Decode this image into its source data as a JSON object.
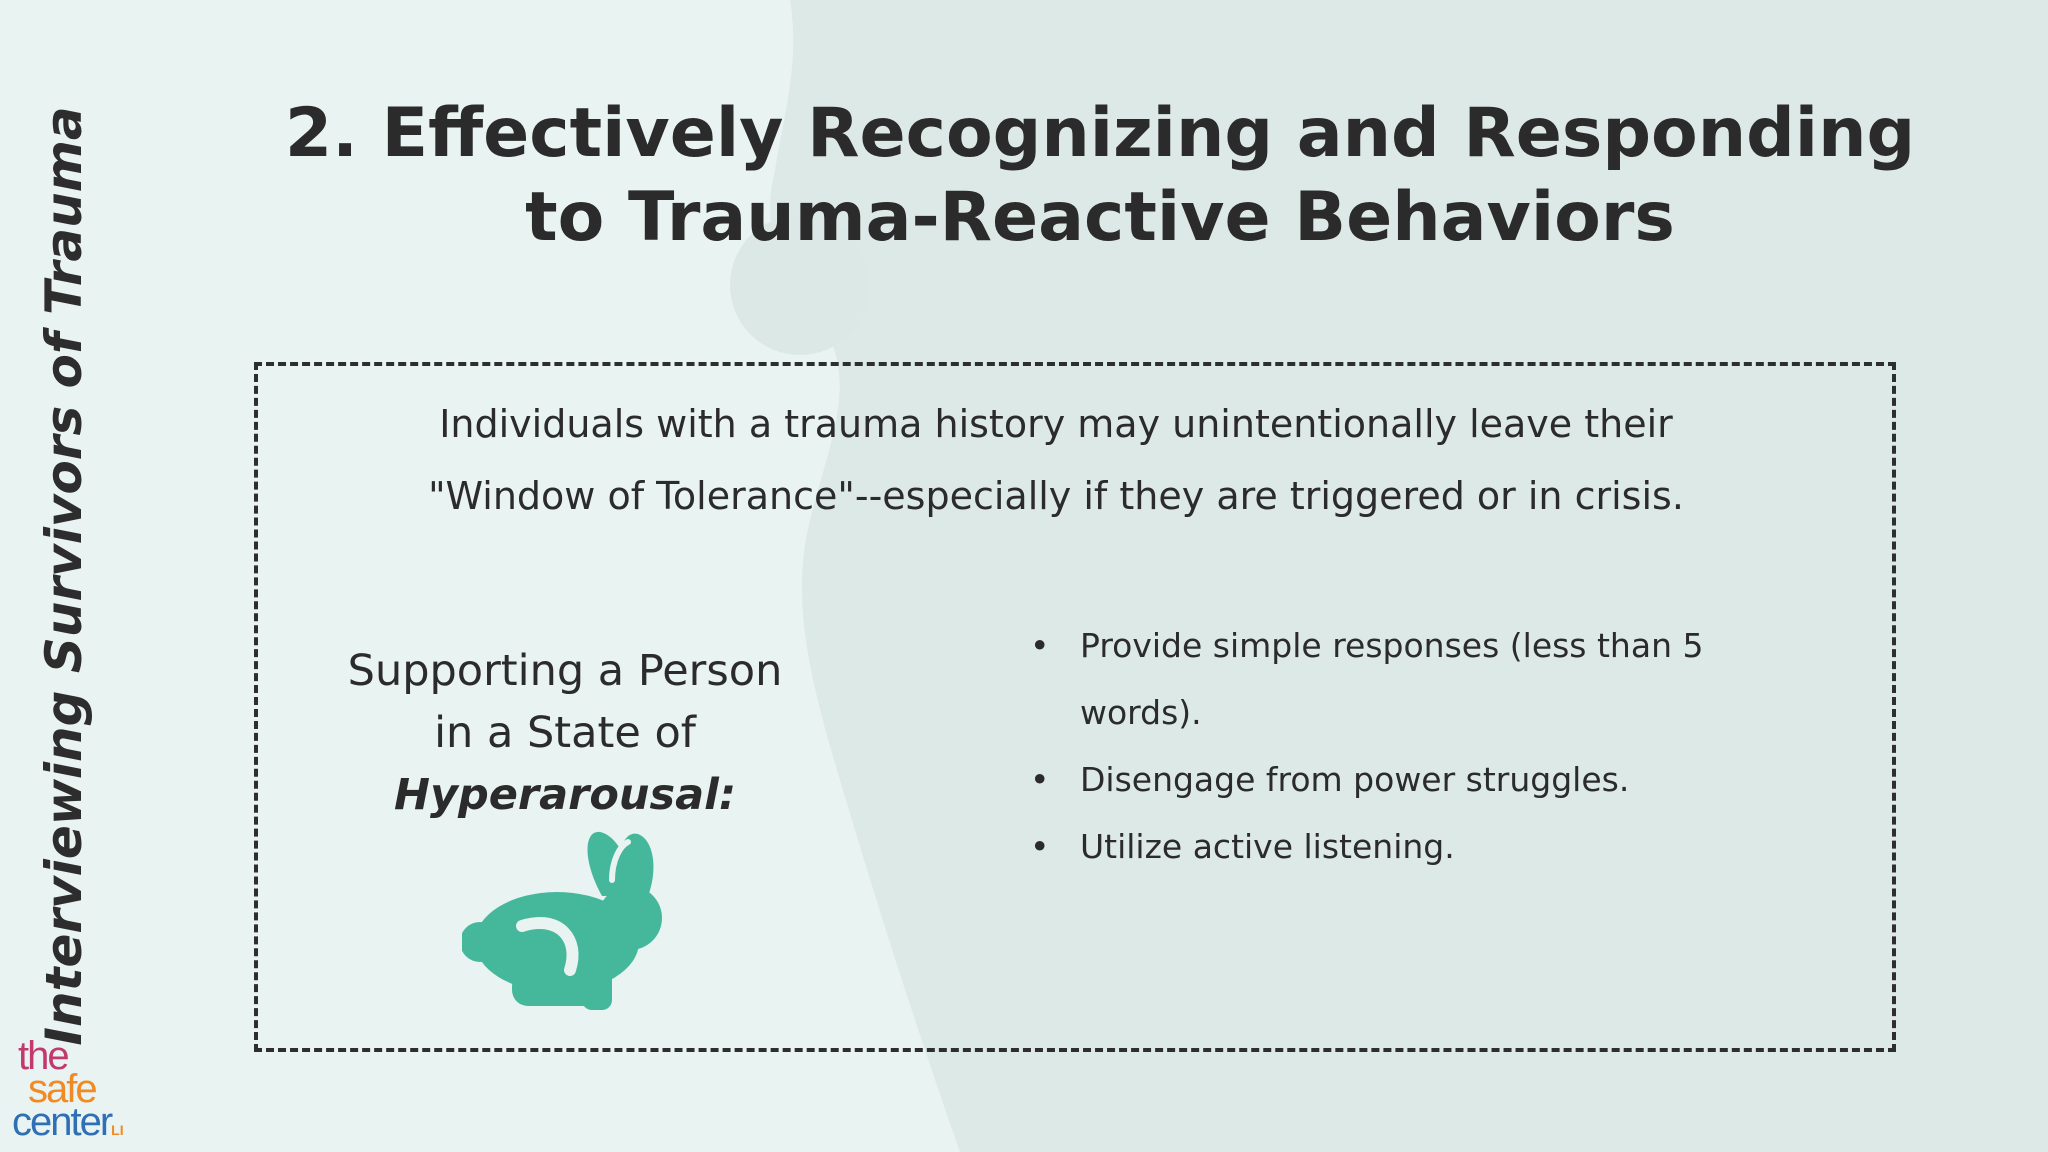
{
  "sidebar": {
    "title": "Interviewing Survivors of Trauma"
  },
  "logo": {
    "line1": "the",
    "line2": "safe",
    "line3": "center",
    "suffix": "LI"
  },
  "slide": {
    "title": "2. Effectively Recognizing and Responding to Trauma-Reactive Behaviors",
    "intro": "Individuals with a trauma history may unintentionally leave their \"Window of Tolerance\"--especially if they are triggered or in crisis.",
    "support_prefix": "Supporting a Person in a State of ",
    "support_emphasis": "Hyperarousal:",
    "icon": "rabbit-icon",
    "bullets": [
      "Provide simple responses (less than 5 words).",
      "Disengage from power struggles.",
      "Utilize active listening."
    ]
  },
  "colors": {
    "background": "#e9f3f1",
    "accent": "#45b89c",
    "text": "#2b2b2b"
  }
}
